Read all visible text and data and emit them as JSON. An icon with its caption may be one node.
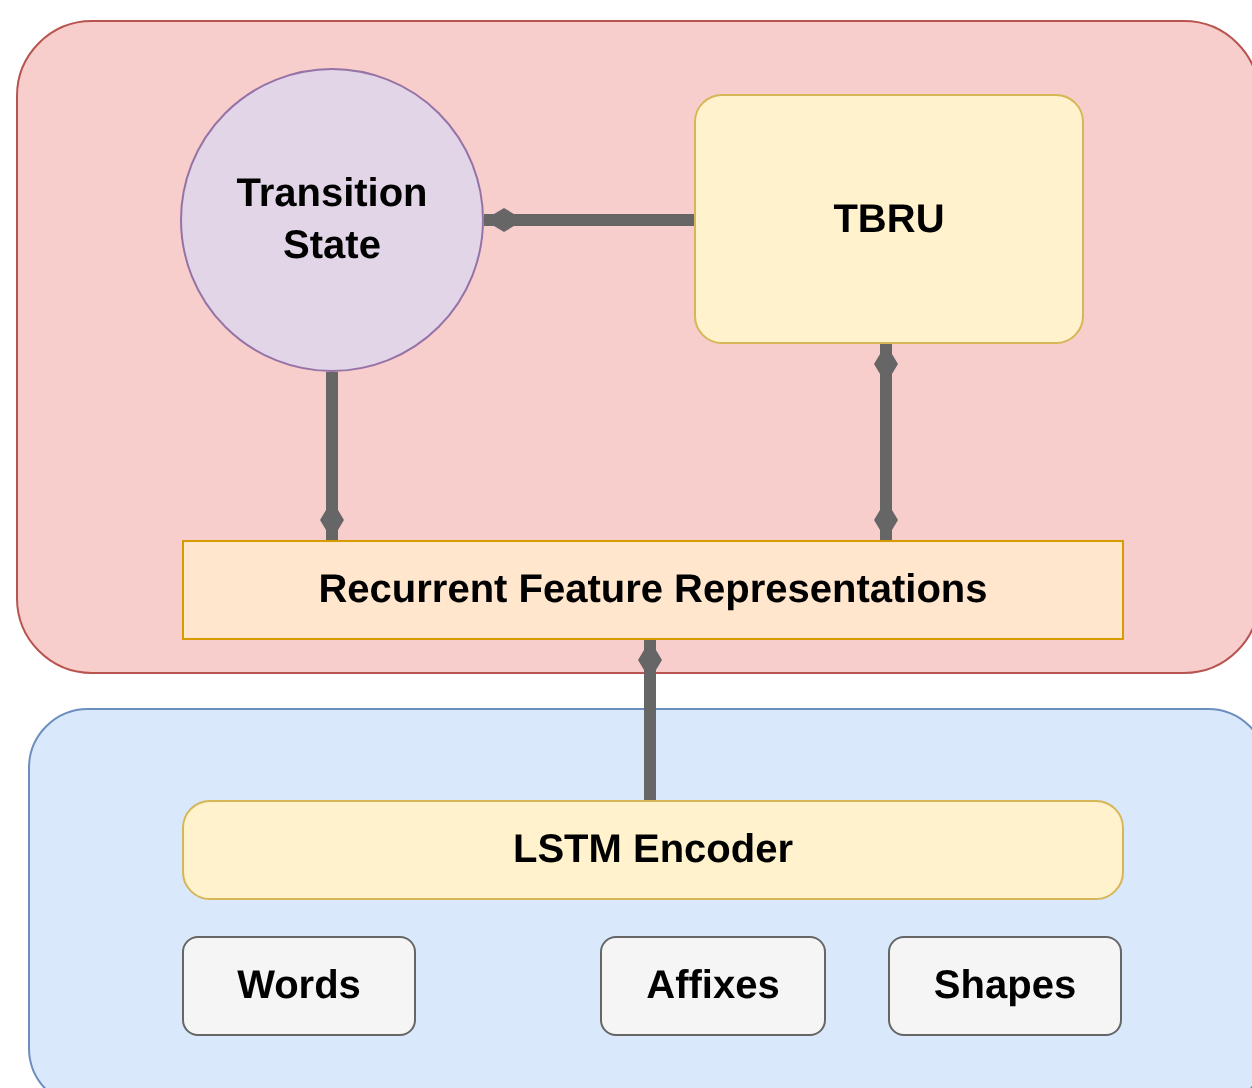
{
  "diagram": {
    "nodes": [
      {
        "text": [],
        "shape": "box"
      },
      {
        "text": [
          "Transition State"
        ],
        "in": 0
      },
      {
        "text": [
          "TBRU"
        ],
        "in": 0
      },
      {
        "text": [
          "Recurrent Feature Representations"
        ],
        "in": 0
      },
      {
        "text": [],
        "shape": "box"
      },
      {
        "text": [
          "LSTM Encoder"
        ],
        "in": 4
      },
      {
        "text": [
          "Words"
        ],
        "in": 4
      },
      {
        "text": [
          "Affixes"
        ],
        "in": 4
      },
      {
        "text": [
          "Shapes"
        ],
        "in": 4
      }
    ],
    "edges": [
      {
        "from": 2,
        "to": 1,
        "arrow": "other"
      },
      {
        "from": 1,
        "to": 3,
        "arrow": "other"
      },
      {
        "from": 2,
        "to": 3,
        "arrow": "other"
      },
      {
        "from": 5,
        "to": 3,
        "arrow": "other"
      }
    ]
  }
}
